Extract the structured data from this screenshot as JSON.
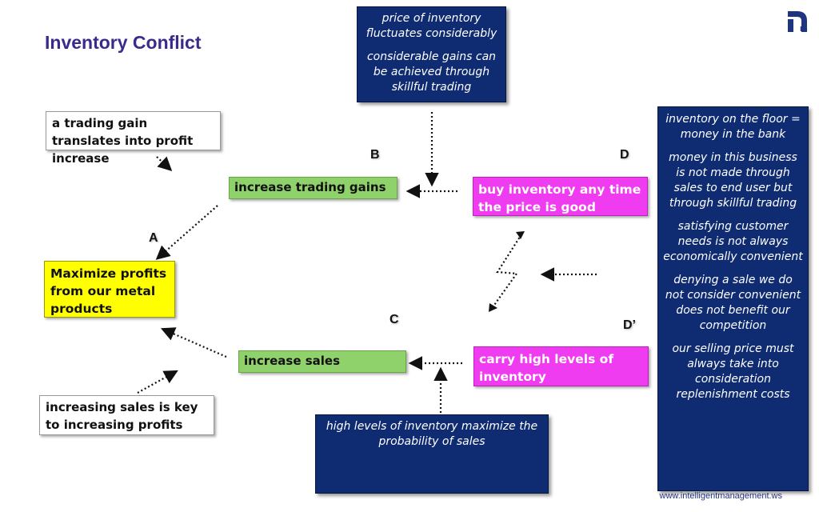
{
  "title": "Inventory Conflict",
  "boxes": {
    "A": "Maximize profits from our metal products",
    "B": "increase trading gains",
    "C": "increase sales",
    "D": "buy inventory any time the price is good",
    "D_prime": "carry high levels of inventory"
  },
  "letters": {
    "A": "A",
    "B": "B",
    "C": "C",
    "D": "D",
    "D_prime": "D’"
  },
  "assumptions": {
    "a_b": "a trading gain translates into profit increase",
    "a_c": "increasing sales is key to increasing profits",
    "b_d": [
      "price of inventory fluctuates considerably",
      "considerable gains can be achieved through skillful trading"
    ],
    "c_dprime": "high levels of inventory maximize the probability of sales",
    "d_dprime": [
      "inventory on the floor = money in the bank",
      "money in this business is not made through sales to end user but through skillful trading",
      "satisfying customer needs is not always economically convenient",
      "denying a sale we do not consider convenient does not benefit our competition",
      "our selling price must always take into consideration replenishment costs"
    ]
  },
  "footer": "www.intelligentmanagement.ws",
  "logo": {
    "icon": "intelligent-management-logo",
    "text": "m"
  },
  "colors": {
    "navy": "#0f2c73",
    "green": "#8fd16a",
    "magenta": "#f03cf0",
    "yellow": "#ffff00",
    "title": "#3a2a8c"
  }
}
